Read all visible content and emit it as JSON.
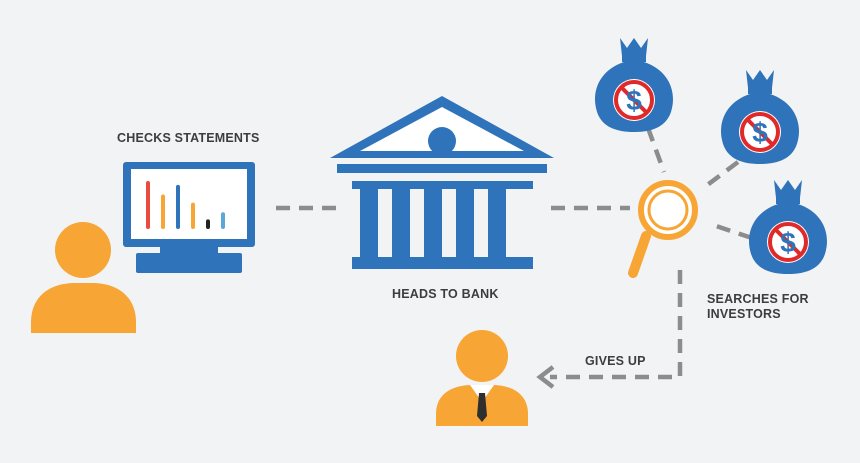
{
  "labels": {
    "checks_statements": "CHECKS STATEMENTS",
    "heads_to_bank": "HEADS TO BANK",
    "searches_line1": "SEARCHES FOR",
    "searches_line2": "INVESTORS",
    "gives_up": "GIVES UP"
  },
  "money_bag_symbol": "$",
  "colors": {
    "background": "#f2f3f5",
    "blue": "#2f73ba",
    "orange": "#f7a535",
    "red": "#e02a2a",
    "connector": "#8c8c8c",
    "text": "#3d3d3d"
  },
  "icons": [
    "person-icon",
    "monitor-chart-icon",
    "bank-icon",
    "magnifier-icon",
    "money-bag-icon",
    "businessman-icon"
  ],
  "monitor_bars": [
    {
      "color": "#e84c3d",
      "value": 1.0
    },
    {
      "color": "#f7a535",
      "value": 0.72
    },
    {
      "color": "#2f73ba",
      "value": 0.92
    },
    {
      "color": "#f7a535",
      "value": 0.55
    },
    {
      "color": "#222222",
      "value": 0.2
    },
    {
      "color": "#5aa7d8",
      "value": 0.35
    }
  ]
}
